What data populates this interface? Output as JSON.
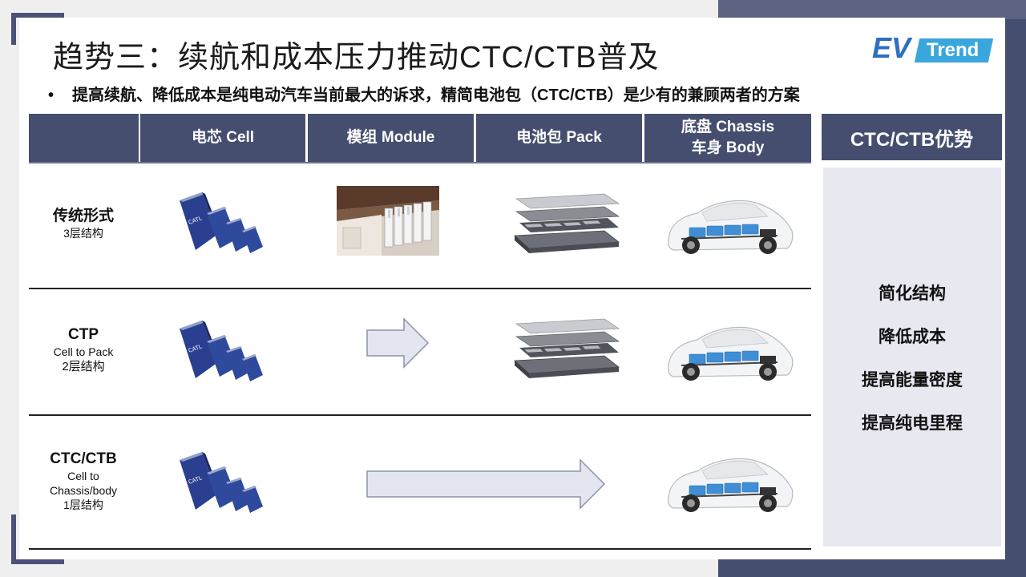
{
  "title": "趋势三：续航和成本压力推动CTC/CTB普及",
  "logo": {
    "ev": "EV",
    "trend": "Trend"
  },
  "bullet": "提高续航、降低成本是纯电动汽车当前最大的诉求，精简电池包（CTC/CTB）是少有的兼顾两者的方案",
  "table": {
    "headers": [
      {
        "line1": "电芯 Cell",
        "line2": ""
      },
      {
        "line1": "模组 Module",
        "line2": ""
      },
      {
        "line1": "电池包 Pack",
        "line2": ""
      },
      {
        "line1": "底盘 Chassis",
        "line2": "车身 Body"
      }
    ],
    "rows": [
      {
        "name": "传统形式",
        "desc": "",
        "layers": "3层结构"
      },
      {
        "name": "CTP",
        "desc": "Cell to Pack",
        "layers": "2层结构"
      },
      {
        "name": "CTC/CTB",
        "desc": "Cell to\nChassis/body",
        "desc1": "Cell to",
        "desc2": "Chassis/body",
        "layers": "1层结构"
      }
    ]
  },
  "advantages": {
    "header": "CTC/CTB优势",
    "items": [
      "简化结构",
      "降低成本",
      "提高能量密度",
      "提高纯电里程"
    ]
  },
  "images": {
    "cell": "battery-cells-image",
    "module": "battery-module-image",
    "pack": "battery-pack-image",
    "car": "ev-chassis-image",
    "arrow": "right-arrow-icon"
  },
  "colors": {
    "navy": "#454e6e",
    "advantage_bg": "#e8e8f1",
    "logo_blue": "#2c6fc4",
    "logo_cyan": "#3aa7dc"
  }
}
